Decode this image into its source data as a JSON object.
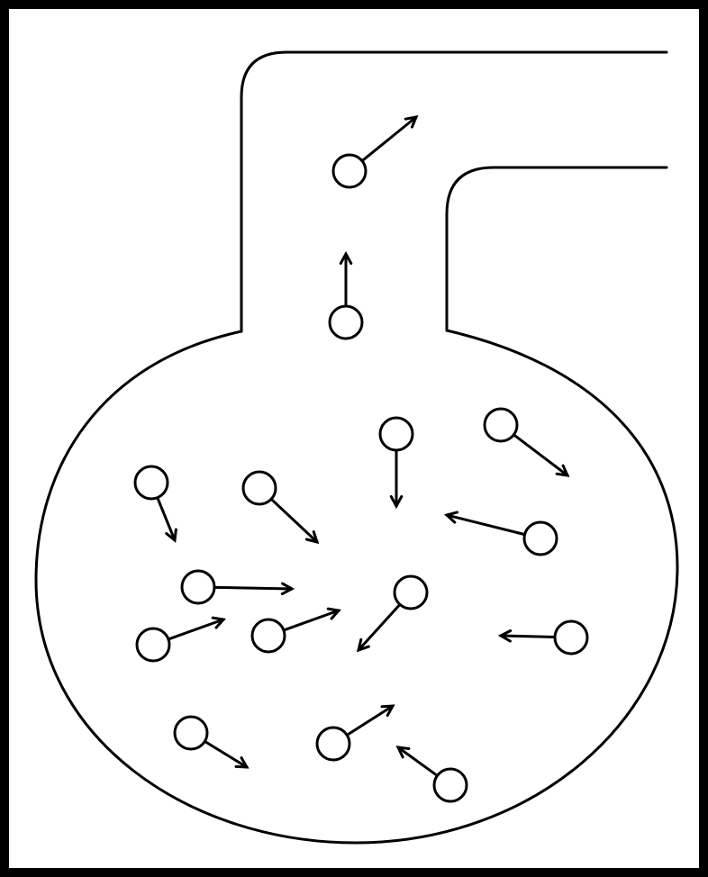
{
  "diagram": {
    "description_visible_text": "",
    "colors": {
      "border": "#000000",
      "background": "#ffffff",
      "ink": "#000000"
    },
    "icons": {
      "molecule": "molecule-icon",
      "velocity_arrow": "arrow-icon"
    },
    "molecules": [
      {
        "id": "m1",
        "region": "neck",
        "direction": "up-right"
      },
      {
        "id": "m2",
        "region": "neck",
        "direction": "up"
      },
      {
        "id": "m3",
        "region": "bulb",
        "direction": "down"
      },
      {
        "id": "m4",
        "region": "bulb",
        "direction": "down-right"
      },
      {
        "id": "m5",
        "region": "bulb",
        "direction": "down-right"
      },
      {
        "id": "m6",
        "region": "bulb",
        "direction": "down-right"
      },
      {
        "id": "m7",
        "region": "bulb",
        "direction": "up-left"
      },
      {
        "id": "m8",
        "region": "bulb",
        "direction": "right"
      },
      {
        "id": "m9",
        "region": "bulb",
        "direction": "down-left"
      },
      {
        "id": "m10",
        "region": "bulb",
        "direction": "left"
      },
      {
        "id": "m11",
        "region": "bulb",
        "direction": "up-right"
      },
      {
        "id": "m12",
        "region": "bulb",
        "direction": "up-right"
      },
      {
        "id": "m13",
        "region": "bulb",
        "direction": "down-right"
      },
      {
        "id": "m14",
        "region": "bulb",
        "direction": "up-right"
      },
      {
        "id": "m15",
        "region": "bulb",
        "direction": "up-left"
      }
    ]
  }
}
